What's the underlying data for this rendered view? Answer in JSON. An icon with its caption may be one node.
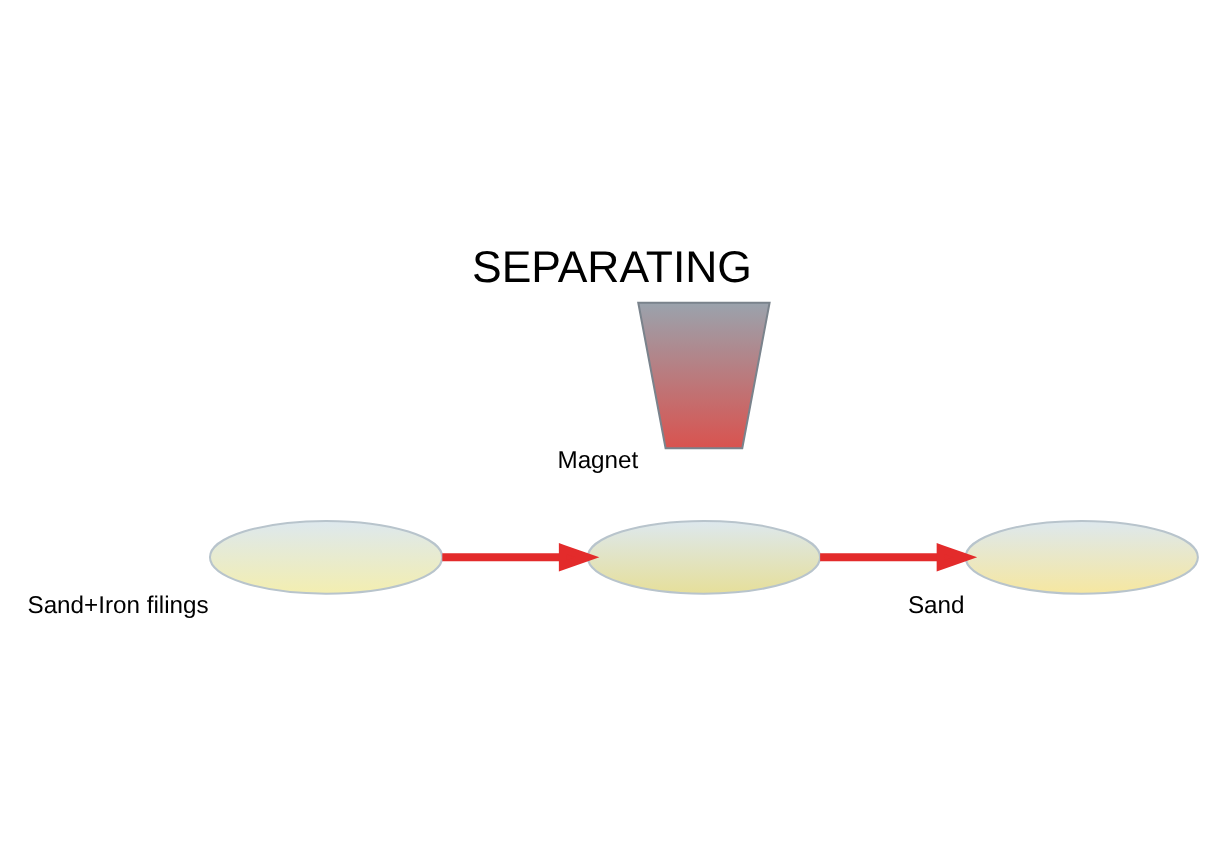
{
  "diagram": {
    "title": "SEPARATING",
    "nodes": [
      {
        "text": [],
        "shape": "picture",
        "beside": [
          "Sand+Iron filings"
        ]
      },
      {
        "text": [],
        "shape": "picture",
        "beside": [
          "Magnet"
        ]
      },
      {
        "text": [],
        "shape": "picture"
      },
      {
        "text": [],
        "shape": "picture",
        "beside": [
          "Sand"
        ]
      }
    ],
    "edges": [
      {
        "from": 0,
        "to": 2,
        "arrow": "to"
      },
      {
        "from": 2,
        "to": 3,
        "arrow": "to"
      }
    ]
  }
}
